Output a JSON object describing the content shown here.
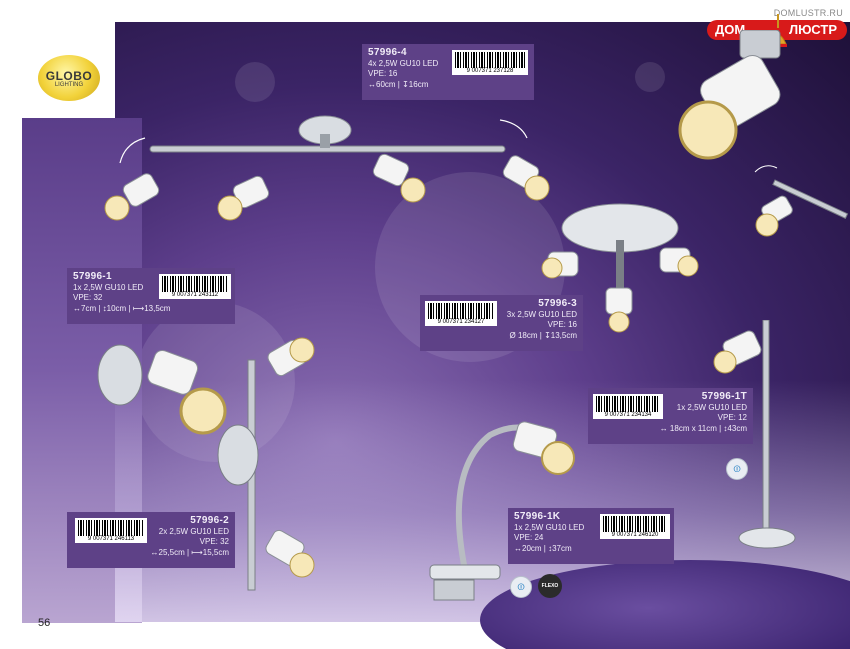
{
  "brand": {
    "logo_main": "GLOBO",
    "logo_sub": "LIGHTING"
  },
  "watermark": {
    "site": "DOMLUSTR.RU",
    "left": "ДОМ",
    "right": "ЛЮСТР"
  },
  "page_number": "56",
  "products": {
    "p4": {
      "code": "57996-4",
      "spec": "4x 2,5W GU10 LED",
      "vpe": "VPE: 16",
      "dims": "↔60cm | ↧16cm",
      "barcode": "9 007371 237128"
    },
    "p1": {
      "code": "57996-1",
      "spec": "1x 2,5W GU10 LED",
      "vpe": "VPE: 32",
      "dims": "↔7cm | ↕10cm | ⟼13,5cm",
      "barcode": "9 007371 243112"
    },
    "p3": {
      "code": "57996-3",
      "spec": "3x 2,5W GU10 LED",
      "vpe": "VPE: 16",
      "dims": "Ø 18cm | ↧13,5cm",
      "barcode": "9 007371 234127"
    },
    "p1t": {
      "code": "57996-1T",
      "spec": "1x 2,5W GU10 LED",
      "vpe": "VPE: 12",
      "dims": "↔ 18cm x 11cm | ↕43cm",
      "barcode": "9 007371 234134"
    },
    "p2": {
      "code": "57996-2",
      "spec": "2x 2,5W GU10 LED",
      "vpe": "VPE: 32",
      "dims": "↔25,5cm | ⟼15,5cm",
      "barcode": "9 007371 246113"
    },
    "p1k": {
      "code": "57996-1K",
      "spec": "1x 2,5W GU10 LED",
      "vpe": "VPE: 24",
      "dims": "↔20cm | ↕37cm",
      "barcode": "9 007371 246120"
    }
  },
  "icons": {
    "flexo_label": "FLEXO"
  }
}
